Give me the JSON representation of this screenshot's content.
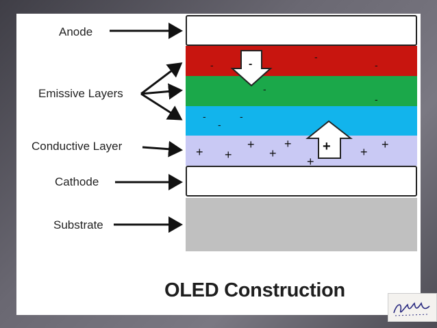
{
  "title": "OLED Construction",
  "labels": {
    "anode": "Anode",
    "emissive": "Emissive Layers",
    "conductive": "Conductive Layer",
    "cathode": "Cathode",
    "substrate": "Substrate"
  },
  "symbols": {
    "negative": "-",
    "positive": "+"
  },
  "colors": {
    "anode": "#ffffff",
    "emissive_red": "#c8150f",
    "emissive_green": "#1ba84a",
    "emissive_blue": "#12b4ec",
    "conductive": "#c9c9f4",
    "cathode": "#ffffff",
    "substrate": "#c0c0c0"
  },
  "signature": "signature-mark"
}
